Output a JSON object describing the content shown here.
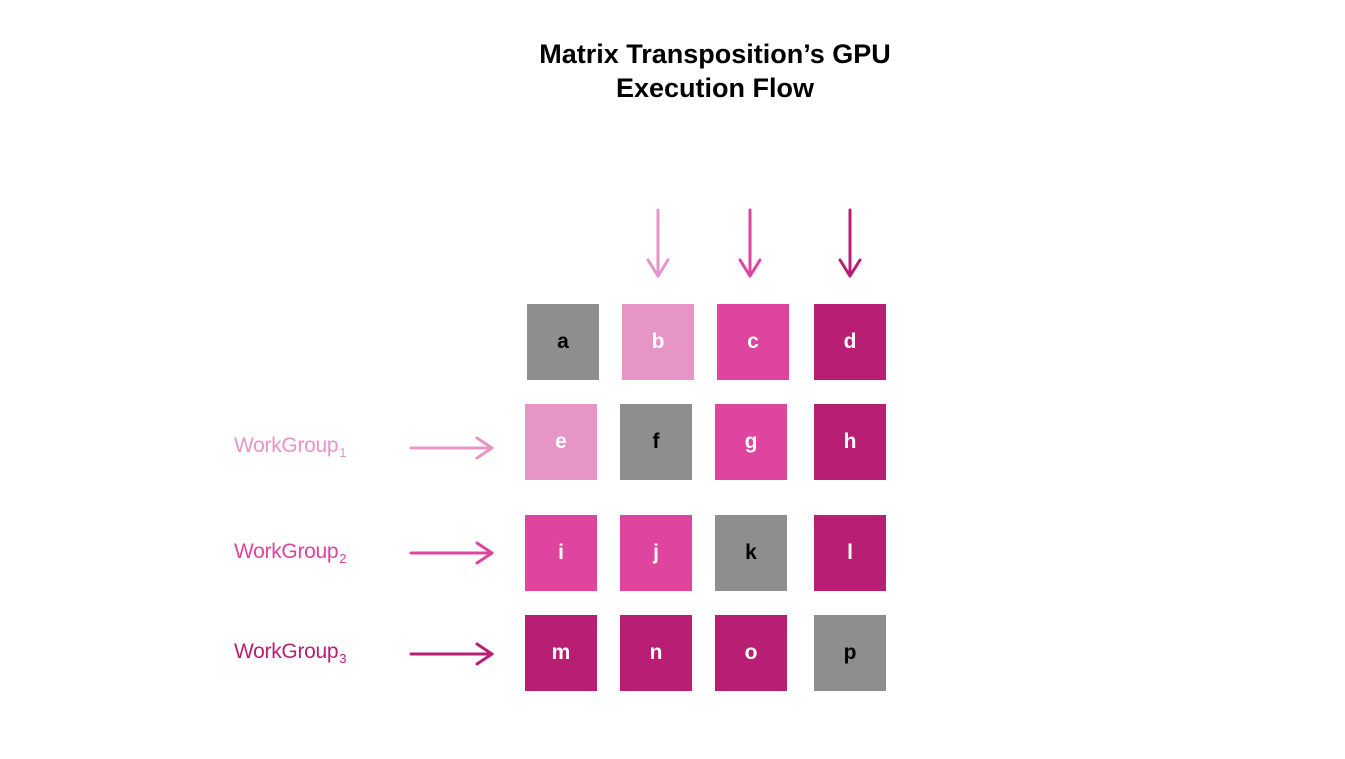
{
  "title": {
    "line1": "Matrix Transposition’s GPU",
    "line2": "Execution Flow"
  },
  "colors": {
    "diagonal": "#8e8e8e",
    "group1": "#e795c7",
    "group2": "#df449e",
    "group3": "#b81f74",
    "text_dark": "#000000",
    "text_light": "#ffffff"
  },
  "workgroups": [
    {
      "label": "WorkGroup",
      "sub": "1"
    },
    {
      "label": "WorkGroup",
      "sub": "2"
    },
    {
      "label": "WorkGroup",
      "sub": "3"
    }
  ],
  "matrix": [
    [
      "a",
      "b",
      "c",
      "d"
    ],
    [
      "e",
      "f",
      "g",
      "h"
    ],
    [
      "i",
      "j",
      "k",
      "l"
    ],
    [
      "m",
      "n",
      "o",
      "p"
    ]
  ]
}
